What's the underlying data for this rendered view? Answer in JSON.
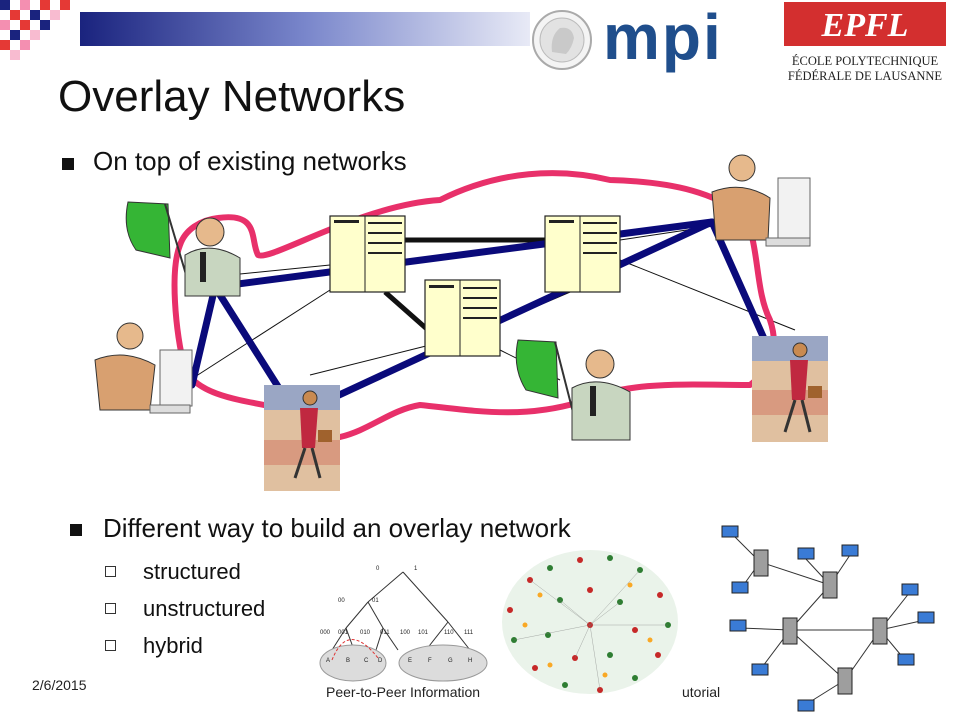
{
  "slide": {
    "title": "Overlay Networks",
    "bullet1": "On top of existing networks",
    "bullet2": "Different way to build an overlay network",
    "subitems": [
      "structured",
      "unstructured",
      "hybrid"
    ]
  },
  "logos": {
    "mpi": "mpi",
    "epfl": "EPFL",
    "epfl_line1": "ÉCOLE POLYTECHNIQUE",
    "epfl_line2": "FÉDÉRALE DE LAUSANNE"
  },
  "tree": {
    "root": "0",
    "root_r": "1",
    "l2": [
      "00",
      "01"
    ],
    "l3": [
      "000",
      "001",
      "010",
      "011",
      "100",
      "101",
      "110",
      "111"
    ],
    "leaves": [
      "A",
      "B",
      "C",
      "D",
      "E",
      "F",
      "G",
      "H"
    ]
  },
  "footer": {
    "date": "2/6/2015",
    "left": "Peer-to-Peer Information",
    "right": "utorial"
  },
  "colors": {
    "overlay": "#0a0a7a",
    "physical": "#e8306a",
    "server": "#ffffcc"
  },
  "icons": [
    "person-at-computer-icon",
    "presenter-icon",
    "walking-woman-icon",
    "server-icon",
    "monitor-icon"
  ]
}
